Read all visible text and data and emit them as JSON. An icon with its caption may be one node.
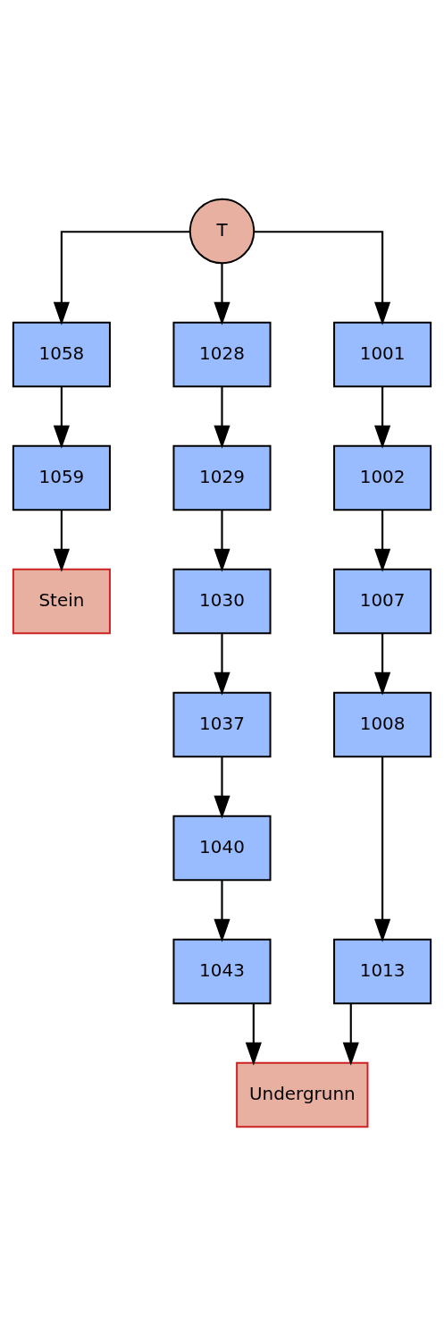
{
  "diagram": {
    "nodes": [
      {
        "text": [
          "T"
        ]
      },
      {
        "text": [
          "1058"
        ]
      },
      {
        "text": [
          "1059"
        ]
      },
      {
        "text": [
          "Stein"
        ]
      },
      {
        "text": [
          "1028"
        ]
      },
      {
        "text": [
          "1029"
        ]
      },
      {
        "text": [
          "1030"
        ]
      },
      {
        "text": [
          "1037"
        ]
      },
      {
        "text": [
          "1040"
        ]
      },
      {
        "text": [
          "1043"
        ]
      },
      {
        "text": [
          "1001"
        ]
      },
      {
        "text": [
          "1002"
        ]
      },
      {
        "text": [
          "1007"
        ]
      },
      {
        "text": [
          "1008"
        ]
      },
      {
        "text": [
          "1013"
        ]
      },
      {
        "text": [
          "Undergrunn"
        ]
      }
    ],
    "edges": [
      {
        "from": 0,
        "to": 1,
        "arrow": "to"
      },
      {
        "from": 0,
        "to": 4,
        "arrow": "to"
      },
      {
        "from": 0,
        "to": 10,
        "arrow": "to"
      },
      {
        "from": 1,
        "to": 2,
        "arrow": "to"
      },
      {
        "from": 2,
        "to": 3,
        "arrow": "to"
      },
      {
        "from": 4,
        "to": 5,
        "arrow": "to"
      },
      {
        "from": 5,
        "to": 6,
        "arrow": "to"
      },
      {
        "from": 6,
        "to": 7,
        "arrow": "to"
      },
      {
        "from": 7,
        "to": 8,
        "arrow": "to"
      },
      {
        "from": 8,
        "to": 9,
        "arrow": "to"
      },
      {
        "from": 9,
        "to": 15,
        "arrow": "to"
      },
      {
        "from": 10,
        "to": 11,
        "arrow": "to"
      },
      {
        "from": 11,
        "to": 12,
        "arrow": "to"
      },
      {
        "from": 12,
        "to": 13,
        "arrow": "to"
      },
      {
        "from": 13,
        "to": 14,
        "arrow": "to"
      },
      {
        "from": 14,
        "to": 15,
        "arrow": "to"
      }
    ]
  }
}
